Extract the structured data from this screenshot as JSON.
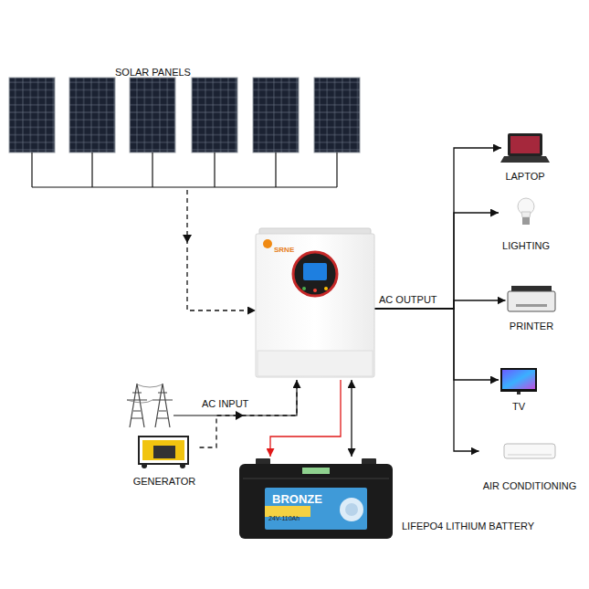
{
  "diagram": {
    "nodes": [
      {
        "text": [
          "SOLAR PANELS"
        ]
      },
      {
        "text": [
          "SRNE"
        ]
      },
      {
        "text": [
          "LAPTOP"
        ]
      },
      {
        "text": [
          "LIGHTING"
        ]
      },
      {
        "text": [
          "PRINTER"
        ]
      },
      {
        "text": [
          "TV"
        ]
      },
      {
        "text": [
          "AIR CONDITIONING"
        ]
      },
      {
        "text": [
          "GENERATOR"
        ]
      },
      {
        "text": [
          "BRONZE",
          "24V-110Ah",
          "LIFEPO4 LITHIUM BATTERY"
        ]
      }
    ],
    "edges": [
      {
        "from": 0,
        "to": 1,
        "arrow": "to"
      },
      {
        "from": 1,
        "to": 2,
        "arrow": "to"
      },
      {
        "from": 1,
        "to": 3,
        "arrow": "to"
      },
      {
        "from": 1,
        "to": 4,
        "arrow": "to"
      },
      {
        "from": 1,
        "to": 5,
        "arrow": "to"
      },
      {
        "from": 1,
        "to": 6,
        "arrow": "to"
      },
      {
        "from": 7,
        "to": 1,
        "arrow": "to"
      },
      {
        "from": 1,
        "to": 8,
        "arrow": "to"
      },
      {
        "from": 1,
        "to": 8,
        "arrow": "both"
      }
    ],
    "labels": [
      "AC OUTPUT",
      "AC INPUT"
    ]
  }
}
